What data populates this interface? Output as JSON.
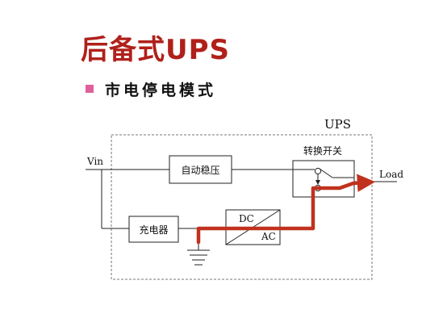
{
  "title": "后备式UPS",
  "bullet": {
    "text": "市电停电模式"
  },
  "diagram": {
    "ups_label": "UPS",
    "vin_label": "Vin",
    "load_label": "Load",
    "switch_label": "转换开关",
    "stabilizer_label": "自动稳压",
    "charger_label": "充电器",
    "converter_top_label": "DC",
    "converter_bottom_label": "AC"
  },
  "colors": {
    "title": "#b0201a",
    "bullet": "#e0609a",
    "power_path": "#c0321e",
    "wire": "#222222",
    "enclosure_border": "#777777"
  }
}
